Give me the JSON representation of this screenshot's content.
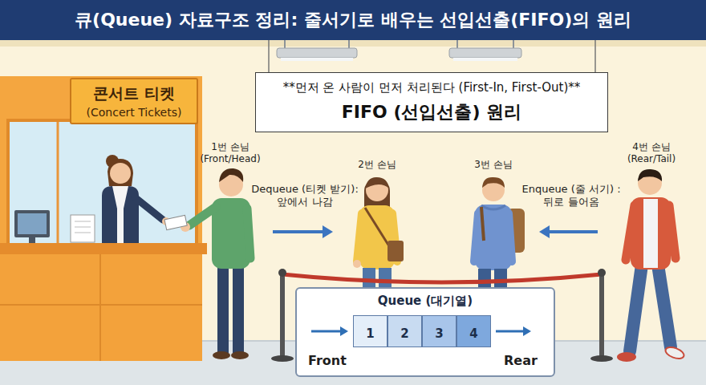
{
  "diagram": {
    "title": "큐(Queue) 자료구조 정리: 줄서기로 배우는 선입선출(FIFO)의 원리",
    "nodes": [
      {
        "text": [
          "콘서트 티켓",
          "(Concert Tickets)"
        ]
      },
      {
        "text": [
          "**먼저 온 사람이 먼저 처리된다 (First-In, First-Out)**",
          "FIFO (선입선출) 원리"
        ]
      },
      {
        "text": [
          "Queue (대기열)"
        ]
      },
      {
        "text": [
          "1"
        ],
        "in": 2
      },
      {
        "text": [
          "2"
        ],
        "in": 2
      },
      {
        "text": [
          "3"
        ],
        "in": 2
      },
      {
        "text": [
          "4"
        ],
        "in": 2
      }
    ],
    "labels": [
      "1번 손님 (Front/Head)",
      "2번 손님",
      "3번 손님",
      "4번 손님 (Rear/Tail)",
      "Dequeue (티켓 받기): 앞에서 나감",
      "Enqueue (줄 서기) : 뒤로 들어옴",
      "Front",
      "Rear"
    ]
  }
}
